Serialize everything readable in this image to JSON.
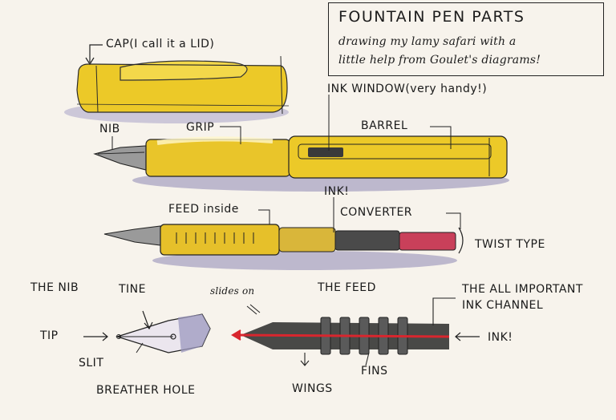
{
  "title": "FOUNTAIN PEN PARTS",
  "subtitle_line1": "drawing my lamy safari with a",
  "subtitle_line2": "little help from Goulet's diagrams!",
  "labels": {
    "cap": "CAP(I call it a LID)",
    "ink_window": "INK WINDOW(very handy!)",
    "nib": "NIB",
    "grip": "GRIP",
    "barrel": "BARREL",
    "ink_top": "INK!",
    "feed_inside": "FEED inside",
    "converter": "CONVERTER",
    "twist_type": "TWIST TYPE",
    "the_nib": "THE NIB",
    "tine": "TINE",
    "slides_on": "slides on",
    "the_feed": "THE FEED",
    "ink_channel_1": "THE ALL IMPORTANT",
    "ink_channel_2": "INK CHANNEL",
    "tip": "TIP",
    "ink_right": "INK!",
    "slit": "SLIT",
    "fins": "FINS",
    "breather_hole": "BREATHER HOLE",
    "wings": "WINGS"
  },
  "colors": {
    "paper": "#f7f3ec",
    "pen_yellow": "#e9c52a",
    "shadow_purple": "#8e86b4",
    "converter_red": "#c9405a",
    "ink_red": "#d8262e",
    "ink_black": "#222222"
  }
}
